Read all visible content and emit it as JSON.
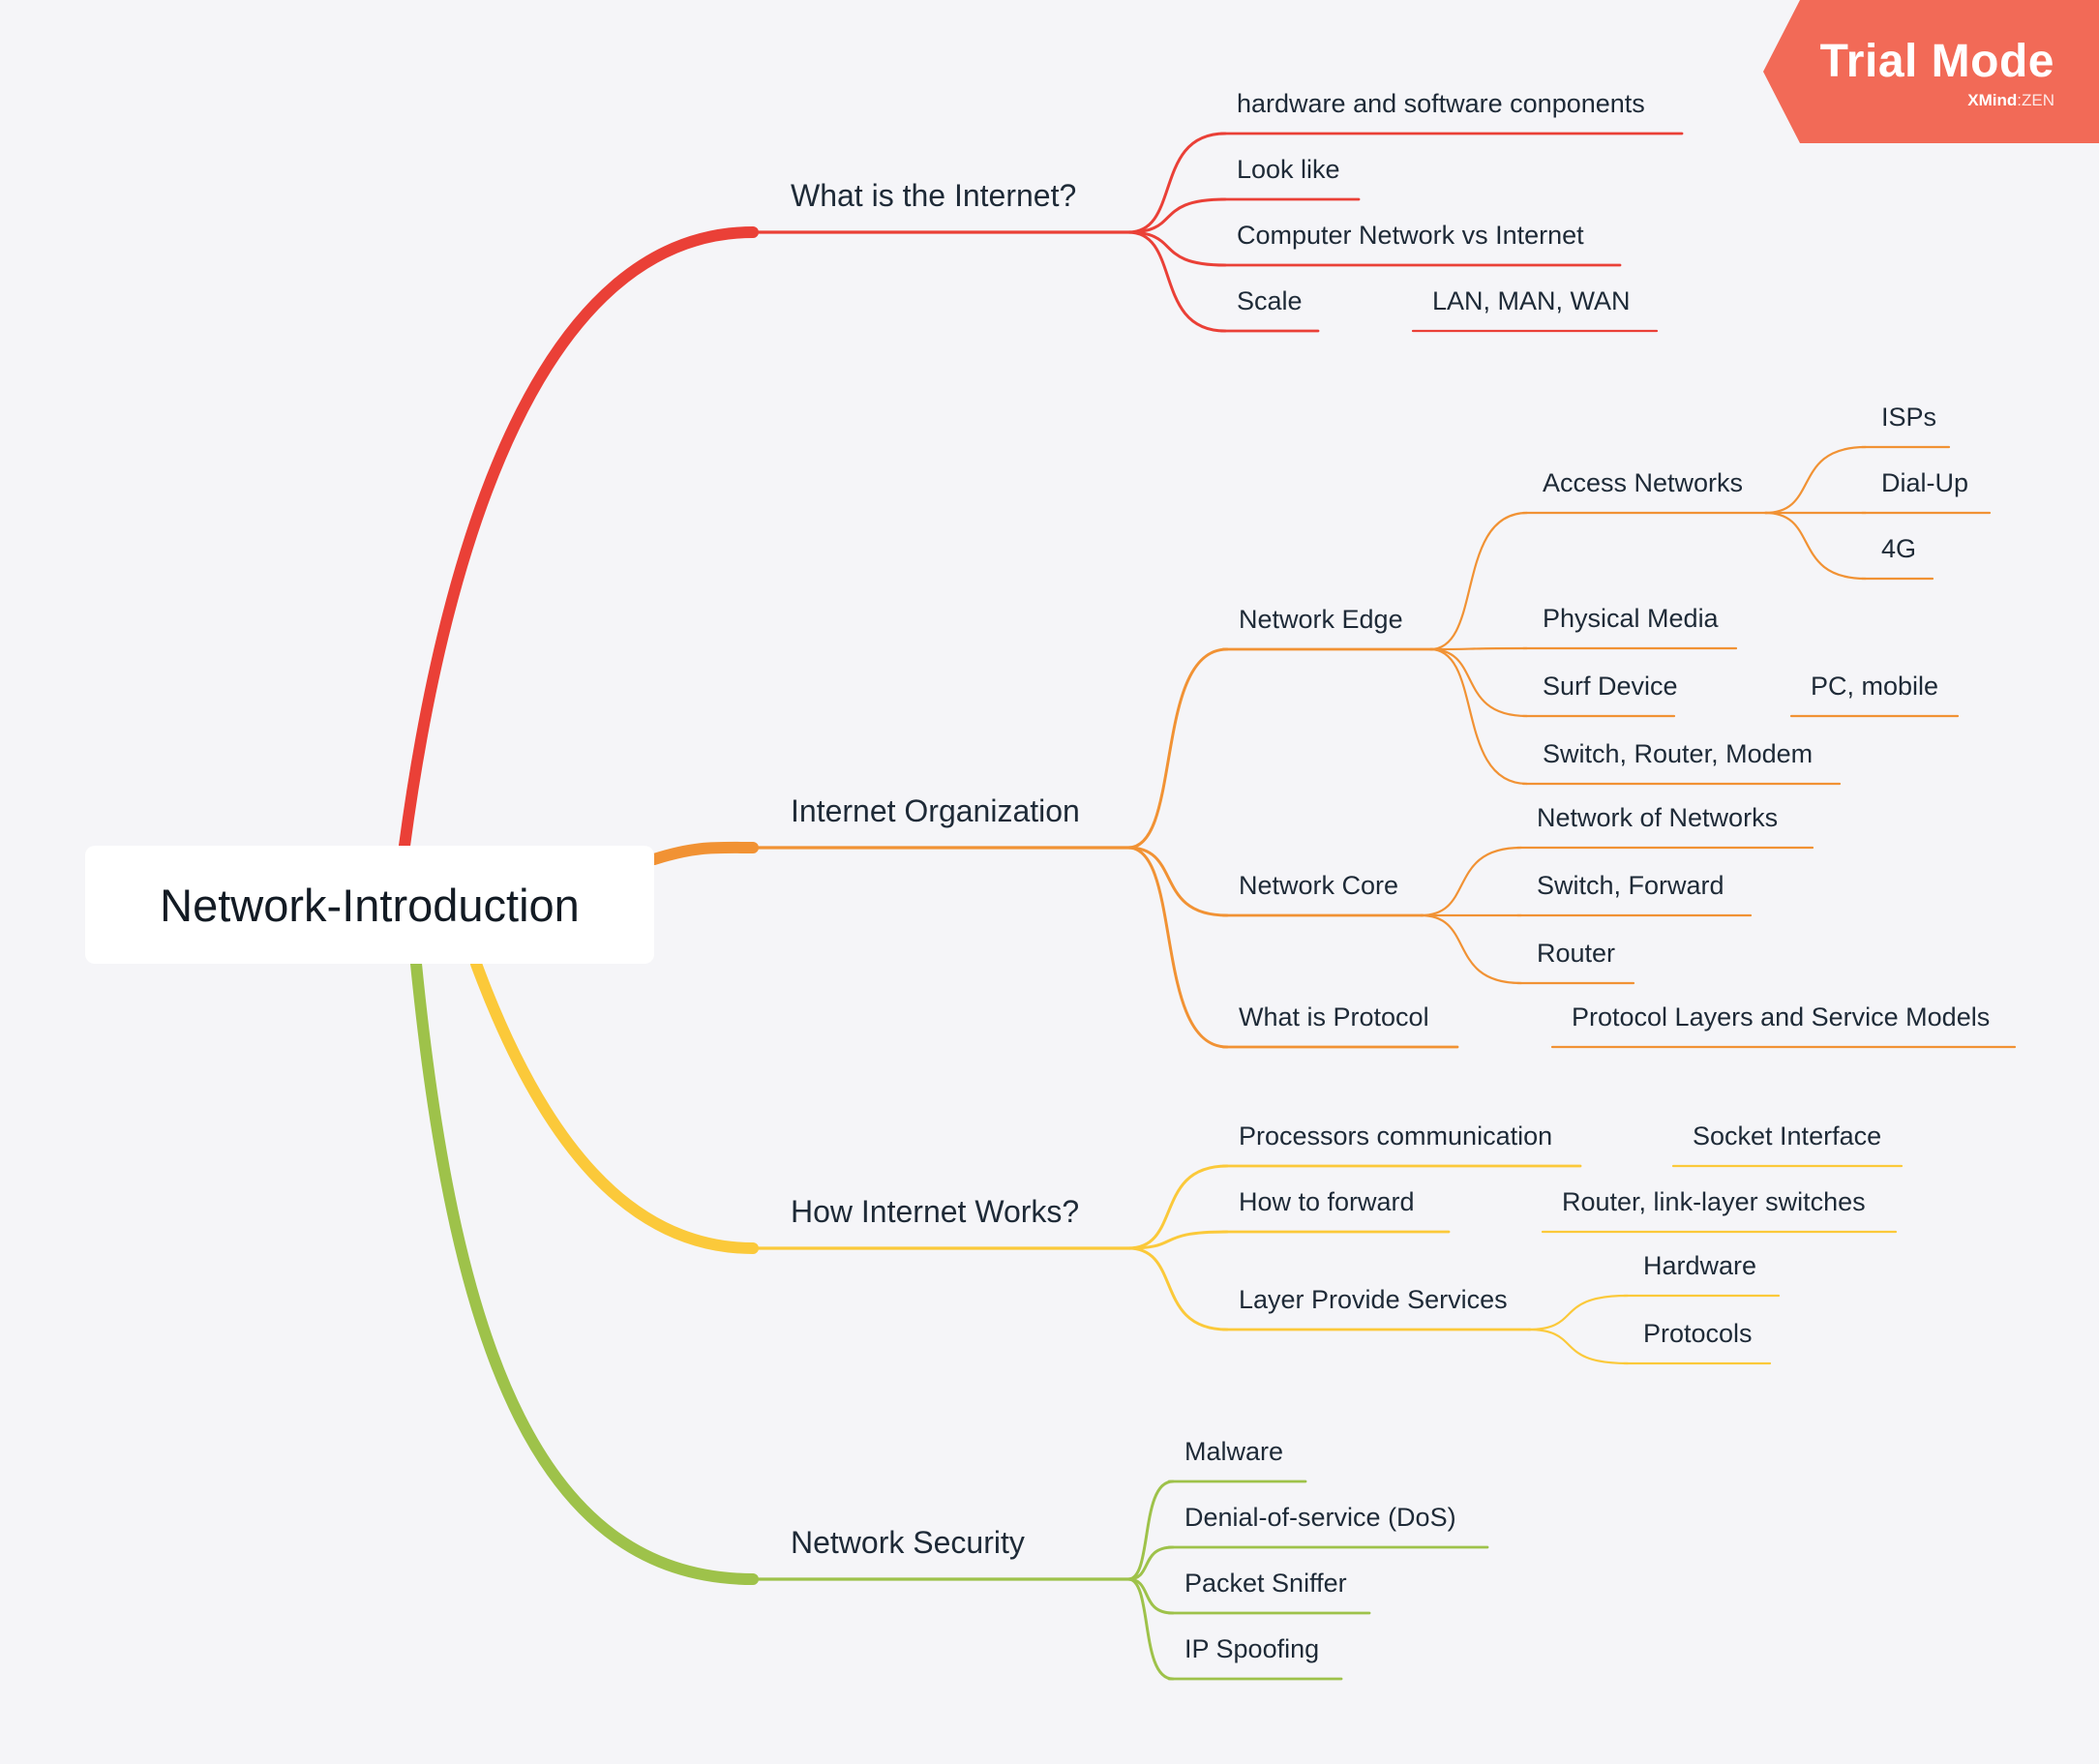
{
  "root": {
    "label": "Network-Introduction"
  },
  "badge": {
    "title": "Trial Mode",
    "brand": "XMind",
    "separator": ":",
    "edition": "ZEN"
  },
  "colors": {
    "red": "#ea4037",
    "orange": "#f19234",
    "yellow": "#fbc93a",
    "green": "#9ec24a"
  },
  "branches": [
    {
      "label": "What is the Internet?",
      "color": "red",
      "children": [
        {
          "label": "hardware and software conponents"
        },
        {
          "label": "Look like"
        },
        {
          "label": "Computer Network vs Internet"
        },
        {
          "label": "Scale",
          "children": [
            {
              "label": "LAN, MAN, WAN"
            }
          ]
        }
      ]
    },
    {
      "label": "Internet Organization",
      "color": "orange",
      "children": [
        {
          "label": "Network Edge",
          "children": [
            {
              "label": "Access Networks",
              "children": [
                {
                  "label": "ISPs"
                },
                {
                  "label": "Dial-Up"
                },
                {
                  "label": "4G"
                }
              ]
            },
            {
              "label": "Physical Media"
            },
            {
              "label": "Surf Device",
              "children": [
                {
                  "label": "PC, mobile"
                }
              ]
            },
            {
              "label": "Switch, Router, Modem"
            }
          ]
        },
        {
          "label": "Network Core",
          "children": [
            {
              "label": "Network of Networks"
            },
            {
              "label": "Switch, Forward"
            },
            {
              "label": "Router"
            }
          ]
        },
        {
          "label": "What is Protocol",
          "children": [
            {
              "label": "Protocol Layers and Service Models"
            }
          ]
        }
      ]
    },
    {
      "label": "How Internet Works?",
      "color": "yellow",
      "children": [
        {
          "label": "Processors communication",
          "children": [
            {
              "label": "Socket Interface"
            }
          ]
        },
        {
          "label": "How to forward",
          "children": [
            {
              "label": "Router, link-layer switches"
            }
          ]
        },
        {
          "label": "Layer Provide Services",
          "children": [
            {
              "label": "Hardware"
            },
            {
              "label": "Protocols"
            }
          ]
        }
      ]
    },
    {
      "label": "Network Security",
      "color": "green",
      "children": [
        {
          "label": "Malware"
        },
        {
          "label": "Denial-of-service (DoS)"
        },
        {
          "label": "Packet Sniffer"
        },
        {
          "label": "IP Spoofing"
        }
      ]
    }
  ]
}
